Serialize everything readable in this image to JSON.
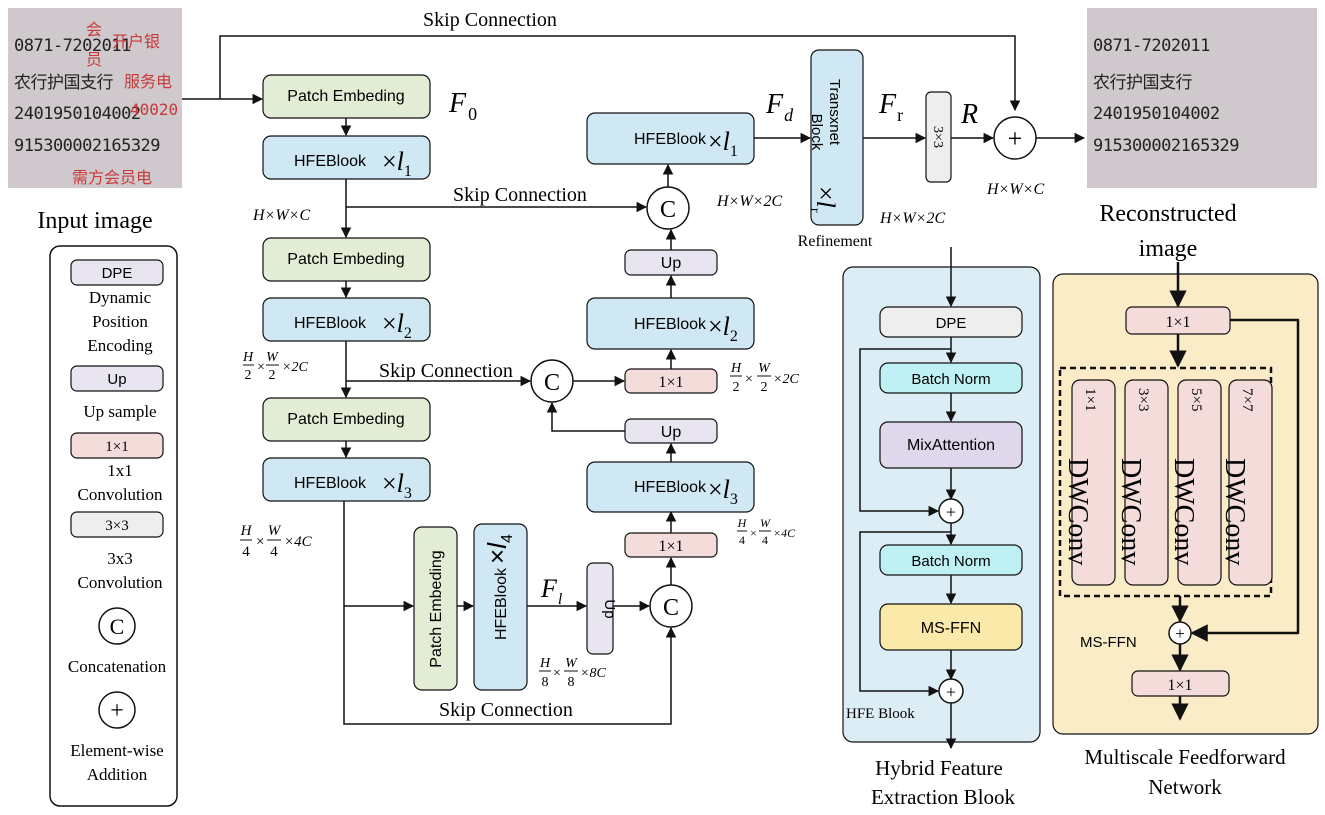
{
  "input_image": {
    "caption": "Input image",
    "lines": [
      "0871-7202011",
      "农行护国支行",
      "2401950104002",
      "915300002165329"
    ],
    "stamp_lines": [
      "会",
      "员",
      "开户银",
      "服务电",
      "40020",
      "需方会员电"
    ]
  },
  "output_image": {
    "caption_line1": "Reconstructed",
    "caption_line2": "image",
    "lines": [
      "0871-7202011",
      "农行护国支行",
      "2401950104002",
      "915300002165329"
    ]
  },
  "legend": {
    "dpe_box": "DPE",
    "dpe_desc": [
      "Dynamic",
      "Position",
      "Encoding"
    ],
    "up_box": "Up",
    "up_desc": "Up sample",
    "conv1_box": "1×1",
    "conv1_desc": [
      "1x1",
      "Convolution"
    ],
    "conv3_box": "3×3",
    "conv3_desc": [
      "3x3",
      "Convolution"
    ],
    "concat_symbol": "C",
    "concat_desc": "Concatenation",
    "add_symbol": "+",
    "add_desc": [
      "Element-wise",
      "Addition"
    ]
  },
  "encoder": {
    "patch_embed_label": "Patch Embeding",
    "hfe_label": "HFEBlook",
    "mult": "×",
    "l_var": "l",
    "levels": [
      "1",
      "2",
      "3",
      "4"
    ],
    "f0_main": "F",
    "f0_sub": "0",
    "fl_main": "F",
    "fl_sub": "l"
  },
  "dims": {
    "hwc": "H×W×C",
    "h2w2c2": {
      "h": "H",
      "w": "W",
      "den": "2",
      "tail": "×2C"
    },
    "h4w4c4": {
      "h": "H",
      "w": "W",
      "den": "4",
      "tail": "×4C"
    },
    "h8w8c8": {
      "h": "H",
      "w": "W",
      "den": "8",
      "tail": "×8C"
    },
    "hw2c": "H×W×2C"
  },
  "skip": {
    "label": "Skip Connection"
  },
  "decoder": {
    "up_label": "Up",
    "conv1_label": "1×1",
    "concat_symbol": "C",
    "fd_main": "F",
    "fd_sub": "d"
  },
  "refinement": {
    "block_line1": "Transxnet",
    "block_line2": "Block",
    "mult": "×",
    "l_var": "l",
    "l_sub": "r",
    "caption": "Refinement",
    "fr_main": "F",
    "fr_sub": "r",
    "conv3_label": "3×3",
    "r_label": "R",
    "add_symbol": "+"
  },
  "hfe_block": {
    "dpe": "DPE",
    "batch_norm": "Batch Norm",
    "mix_attention": "MixAttention",
    "ms_ffn": "MS-FFN",
    "corner_label": "HFE Blook",
    "add_symbol": "+",
    "caption_line1": "Hybrid Feature",
    "caption_line2": "Extraction Blook"
  },
  "ms_ffn_block": {
    "conv_in": "1×1",
    "conv_out": "1×1",
    "branches": [
      {
        "kernel": "1×1",
        "name": "DWConv"
      },
      {
        "kernel": "3×3",
        "name": "DWConv"
      },
      {
        "kernel": "5×5",
        "name": "DWConv"
      },
      {
        "kernel": "7×7",
        "name": "DWConv"
      }
    ],
    "side_label": "MS-FFN",
    "add_symbol": "+",
    "caption_line1": "Multiscale Feedforward",
    "caption_line2": "Network"
  },
  "colors": {
    "green": "#e3edd6",
    "blue": "#cfe8f3",
    "pink": "#f3dcd9",
    "lavender": "#e8e5f1",
    "gray": "#eeeeee",
    "cyan": "#bff0f4",
    "purple": "#dfd8ec",
    "yellow": "#fbe9a9",
    "panel_blue": "#dcedf5",
    "panel_yellow": "#faecc7"
  }
}
